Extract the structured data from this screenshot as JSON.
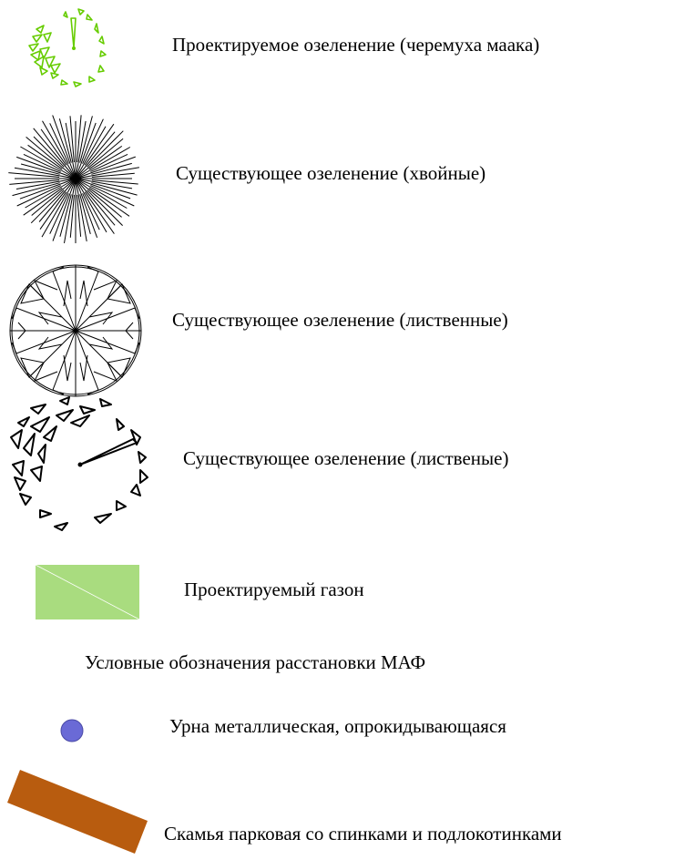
{
  "legend": {
    "items": [
      {
        "label": "Проектируемое озеленение (черемуха маака)",
        "symbol": "green-tree-icon",
        "color": "#66cc00"
      },
      {
        "label": "Существующее озеленение (хвойные)",
        "symbol": "conifer-tree-icon",
        "color": "#000000"
      },
      {
        "label": "Существующее озеленение (лиственные)",
        "symbol": "deciduous-tree-icon",
        "color": "#000000"
      },
      {
        "label": "Существующее озеленение (лиственые)",
        "symbol": "sparse-tree-icon",
        "color": "#000000"
      },
      {
        "label": "Проектируемый газон",
        "symbol": "lawn-swatch-icon",
        "color": "#a9dc7f"
      }
    ],
    "section_title": "Условные обозначения расстановки МАФ",
    "maf_items": [
      {
        "label": "Урна металлическая, опрокидывающаяся",
        "symbol": "urn-icon",
        "color": "#6060d0"
      },
      {
        "label": "Скамья парковая со спинками и подлокотинками",
        "symbol": "bench-icon",
        "color": "#b85c0f"
      }
    ]
  }
}
